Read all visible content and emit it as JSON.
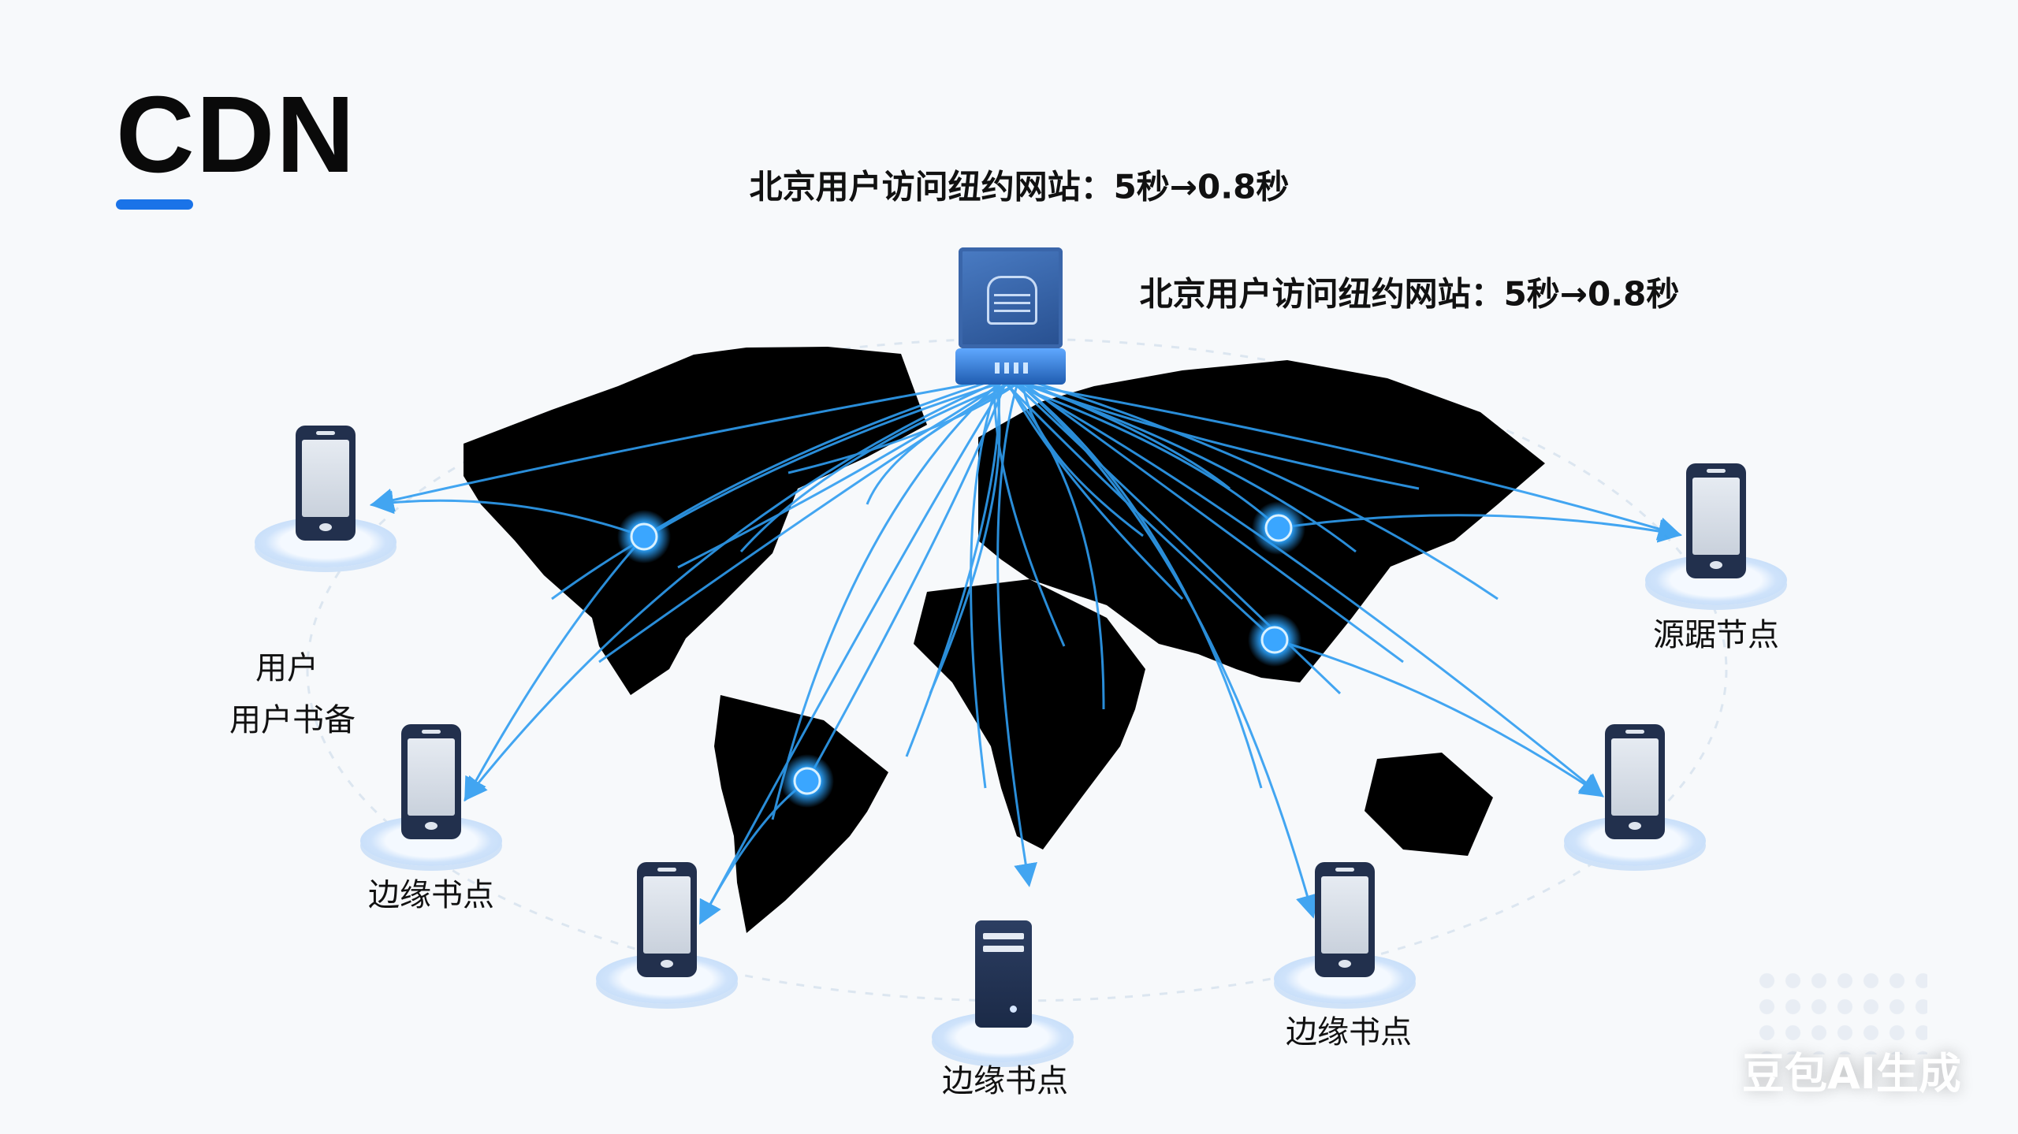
{
  "title": "CDN",
  "headline_1": "北京用户访问纽约网站：5秒→0.8秒",
  "headline_2": "北京用户访问纽约网站：5秒→0.8秒",
  "labels": {
    "user": "用户",
    "user_device": "用户书备",
    "edge_left": "边缘书点",
    "edge_bottom": "边缘书点",
    "edge_right": "边缘书点",
    "origin": "源踞节点"
  },
  "watermark": "豆包AI生成",
  "colors": {
    "accent": "#1a73e8",
    "line": "#2f9df0",
    "map": "#000000",
    "device": "#22304d"
  }
}
